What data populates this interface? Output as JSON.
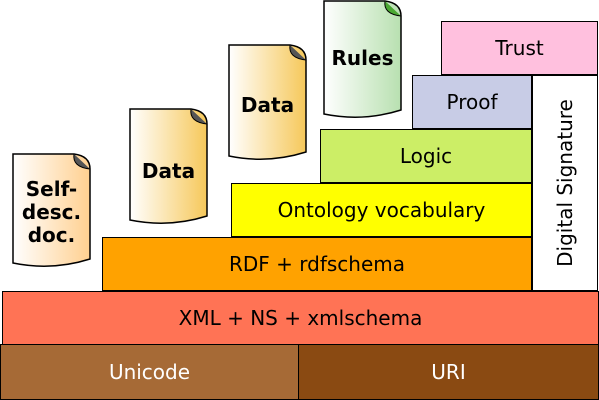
{
  "layers": {
    "unicode": {
      "label": "Unicode",
      "color": "#a66a36"
    },
    "uri": {
      "label": "URI",
      "color": "#8a4a12"
    },
    "xml": {
      "label": "XML + NS + xmlschema",
      "color": "#ff7355"
    },
    "rdf": {
      "label": "RDF + rdfschema",
      "color": "#ffa200"
    },
    "ontology": {
      "label": "Ontology vocabulary",
      "color": "#ffff00"
    },
    "logic": {
      "label": "Logic",
      "color": "#ccee66"
    },
    "proof": {
      "label": "Proof",
      "color": "#c8cce6"
    },
    "trust": {
      "label": "Trust",
      "color": "#ffc0de"
    },
    "digital_signature": {
      "label": "Digital Signature",
      "color": "#ffffff"
    }
  },
  "documents": {
    "self_desc": {
      "label": "Self-\ndesc.\ndoc.",
      "color": "#ffe0c0"
    },
    "data1": {
      "label": "Data",
      "color": "#ffe8a0"
    },
    "data2": {
      "label": "Data",
      "color": "#ffe8a0"
    },
    "rules": {
      "label": "Rules",
      "color": "#d8f0d0"
    }
  }
}
